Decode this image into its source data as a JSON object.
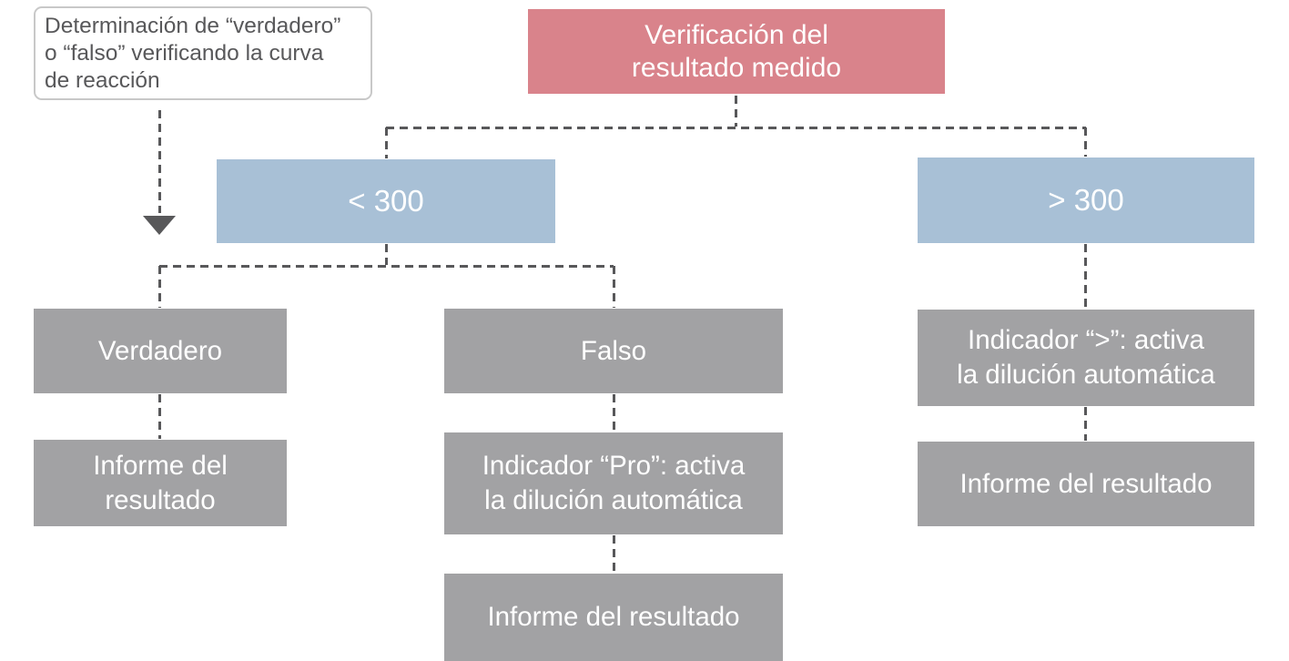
{
  "colors": {
    "root_bg": "#d9838b",
    "branch_bg": "#a8c0d6",
    "node_bg": "#a2a2a4",
    "connector": "#58585a",
    "note_border": "#c8c8c8",
    "note_text": "#58585a",
    "node_text": "#ffffff"
  },
  "diagram": {
    "note": {
      "lines": [
        "Determinación de “verdadero”",
        "o “falso” verificando la curva",
        "de reacción"
      ]
    },
    "root": {
      "lines": [
        "Verificación del",
        "resultado medido"
      ]
    },
    "branch_low": {
      "label": "< 300"
    },
    "branch_high": {
      "label": "> 300"
    },
    "verdadero": {
      "label": "Verdadero"
    },
    "falso": {
      "label": "Falso"
    },
    "informe_left": {
      "lines": [
        "Informe del",
        "resultado"
      ]
    },
    "indicador_pro": {
      "lines": [
        "Indicador “Pro”: activa",
        "la dilución automática"
      ]
    },
    "informe_mid": {
      "label": "Informe del resultado"
    },
    "indicador_mayor": {
      "lines": [
        "Indicador “>”: activa",
        "la dilución automática"
      ]
    },
    "informe_right": {
      "label": "Informe del resultado"
    }
  }
}
